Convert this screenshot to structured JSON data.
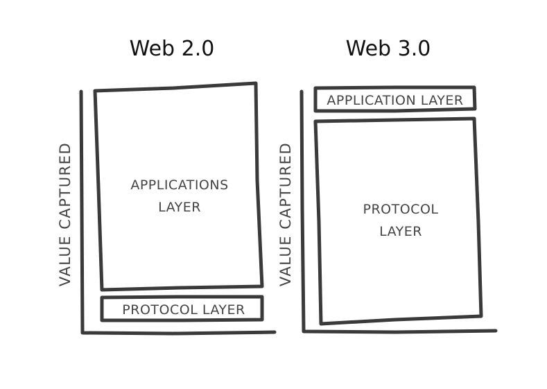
{
  "panels": [
    {
      "title": "Web 2.0",
      "axis_label": "VALUE CAPTURED",
      "large_box_label": [
        "APPLICATIONS",
        "LAYER"
      ],
      "small_box_label": "PROTOCOL LAYER"
    },
    {
      "title": "Web 3.0",
      "axis_label": "VALUE CAPTURED",
      "small_box_label": "APPLICATION LAYER",
      "large_box_label": [
        "PROTOCOL",
        "LAYER"
      ]
    }
  ]
}
